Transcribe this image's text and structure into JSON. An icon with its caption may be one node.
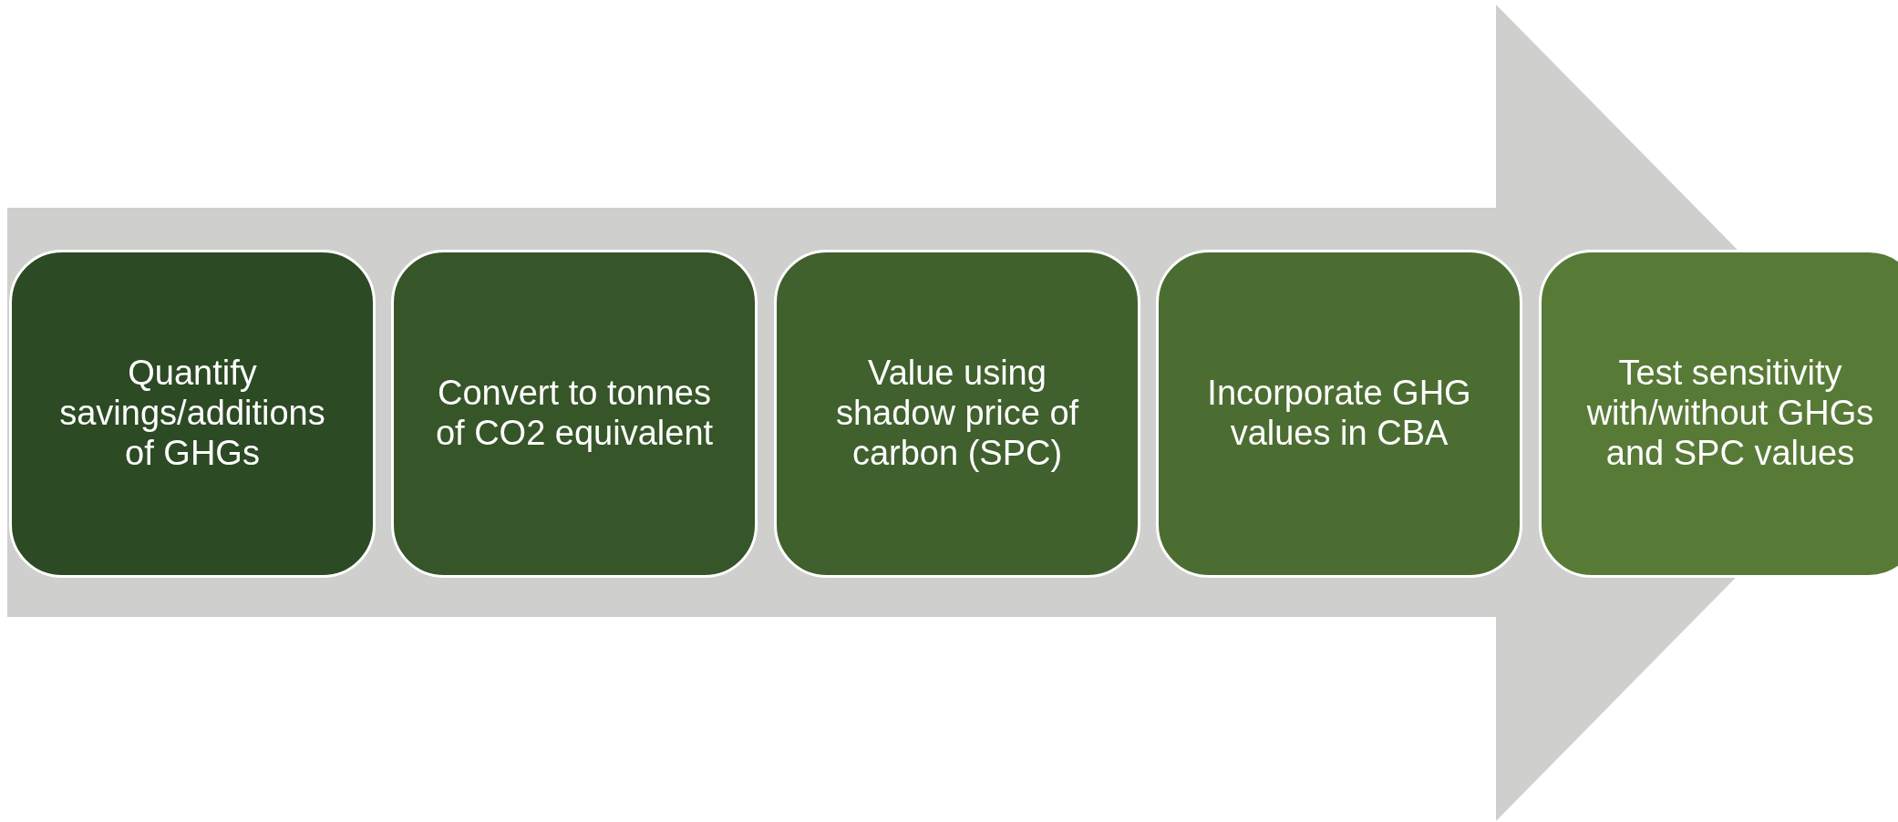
{
  "diagram": {
    "nodes": [
      {
        "text": [
          "Quantify savings/additions of GHGs"
        ]
      },
      {
        "text": [
          "Convert to tonnes of CO2 equivalent"
        ]
      },
      {
        "text": [
          "Value using shadow price of carbon (SPC)"
        ]
      },
      {
        "text": [
          "Incorporate GHG values in CBA"
        ]
      },
      {
        "text": [
          "Test sensitivity with/without GHGs and SPC values"
        ]
      }
    ],
    "edges": [
      {
        "from": 0,
        "to": 4,
        "arrow": "to"
      }
    ]
  }
}
